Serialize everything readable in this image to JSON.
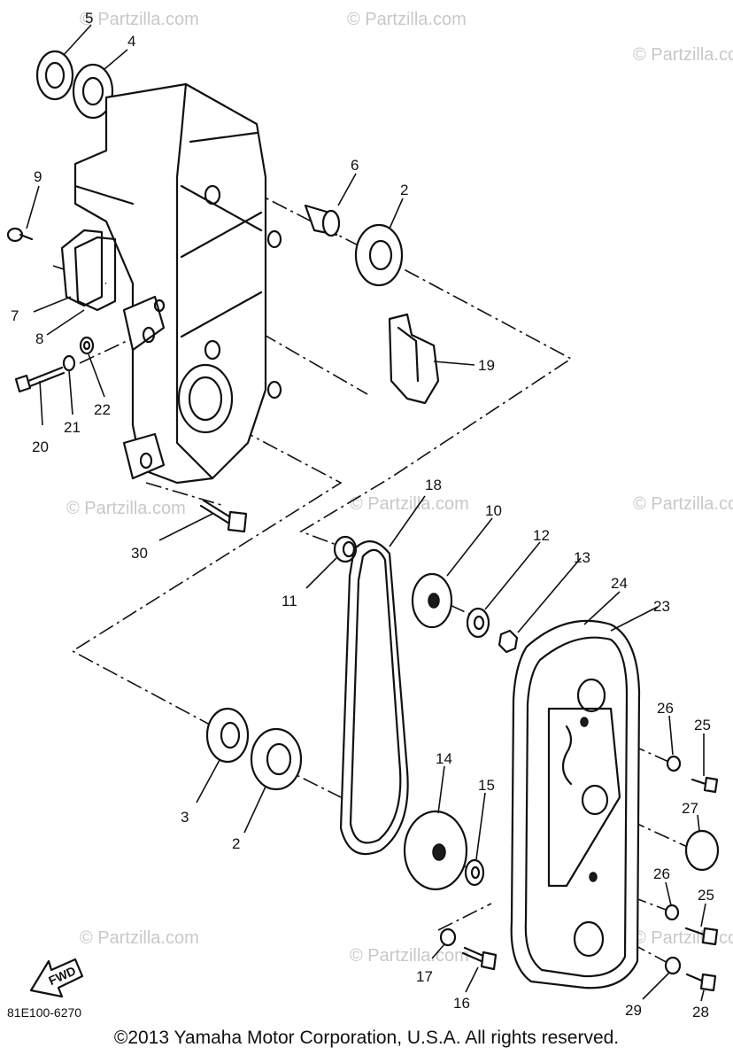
{
  "watermark": "© Partzilla.com",
  "diagram_code": "81E100-6270",
  "direction_label": "FWD",
  "copyright": "©2013 Yamaha Motor Corporation, U.S.A. All rights reserved.",
  "callouts": [
    "5",
    "4",
    "9",
    "6",
    "2",
    "7",
    "8",
    "19",
    "20",
    "21",
    "22",
    "30",
    "18",
    "10",
    "12",
    "13",
    "24",
    "23",
    "11",
    "26",
    "25",
    "14",
    "15",
    "27",
    "3",
    "2",
    "26",
    "25",
    "17",
    "16",
    "29",
    "28"
  ]
}
